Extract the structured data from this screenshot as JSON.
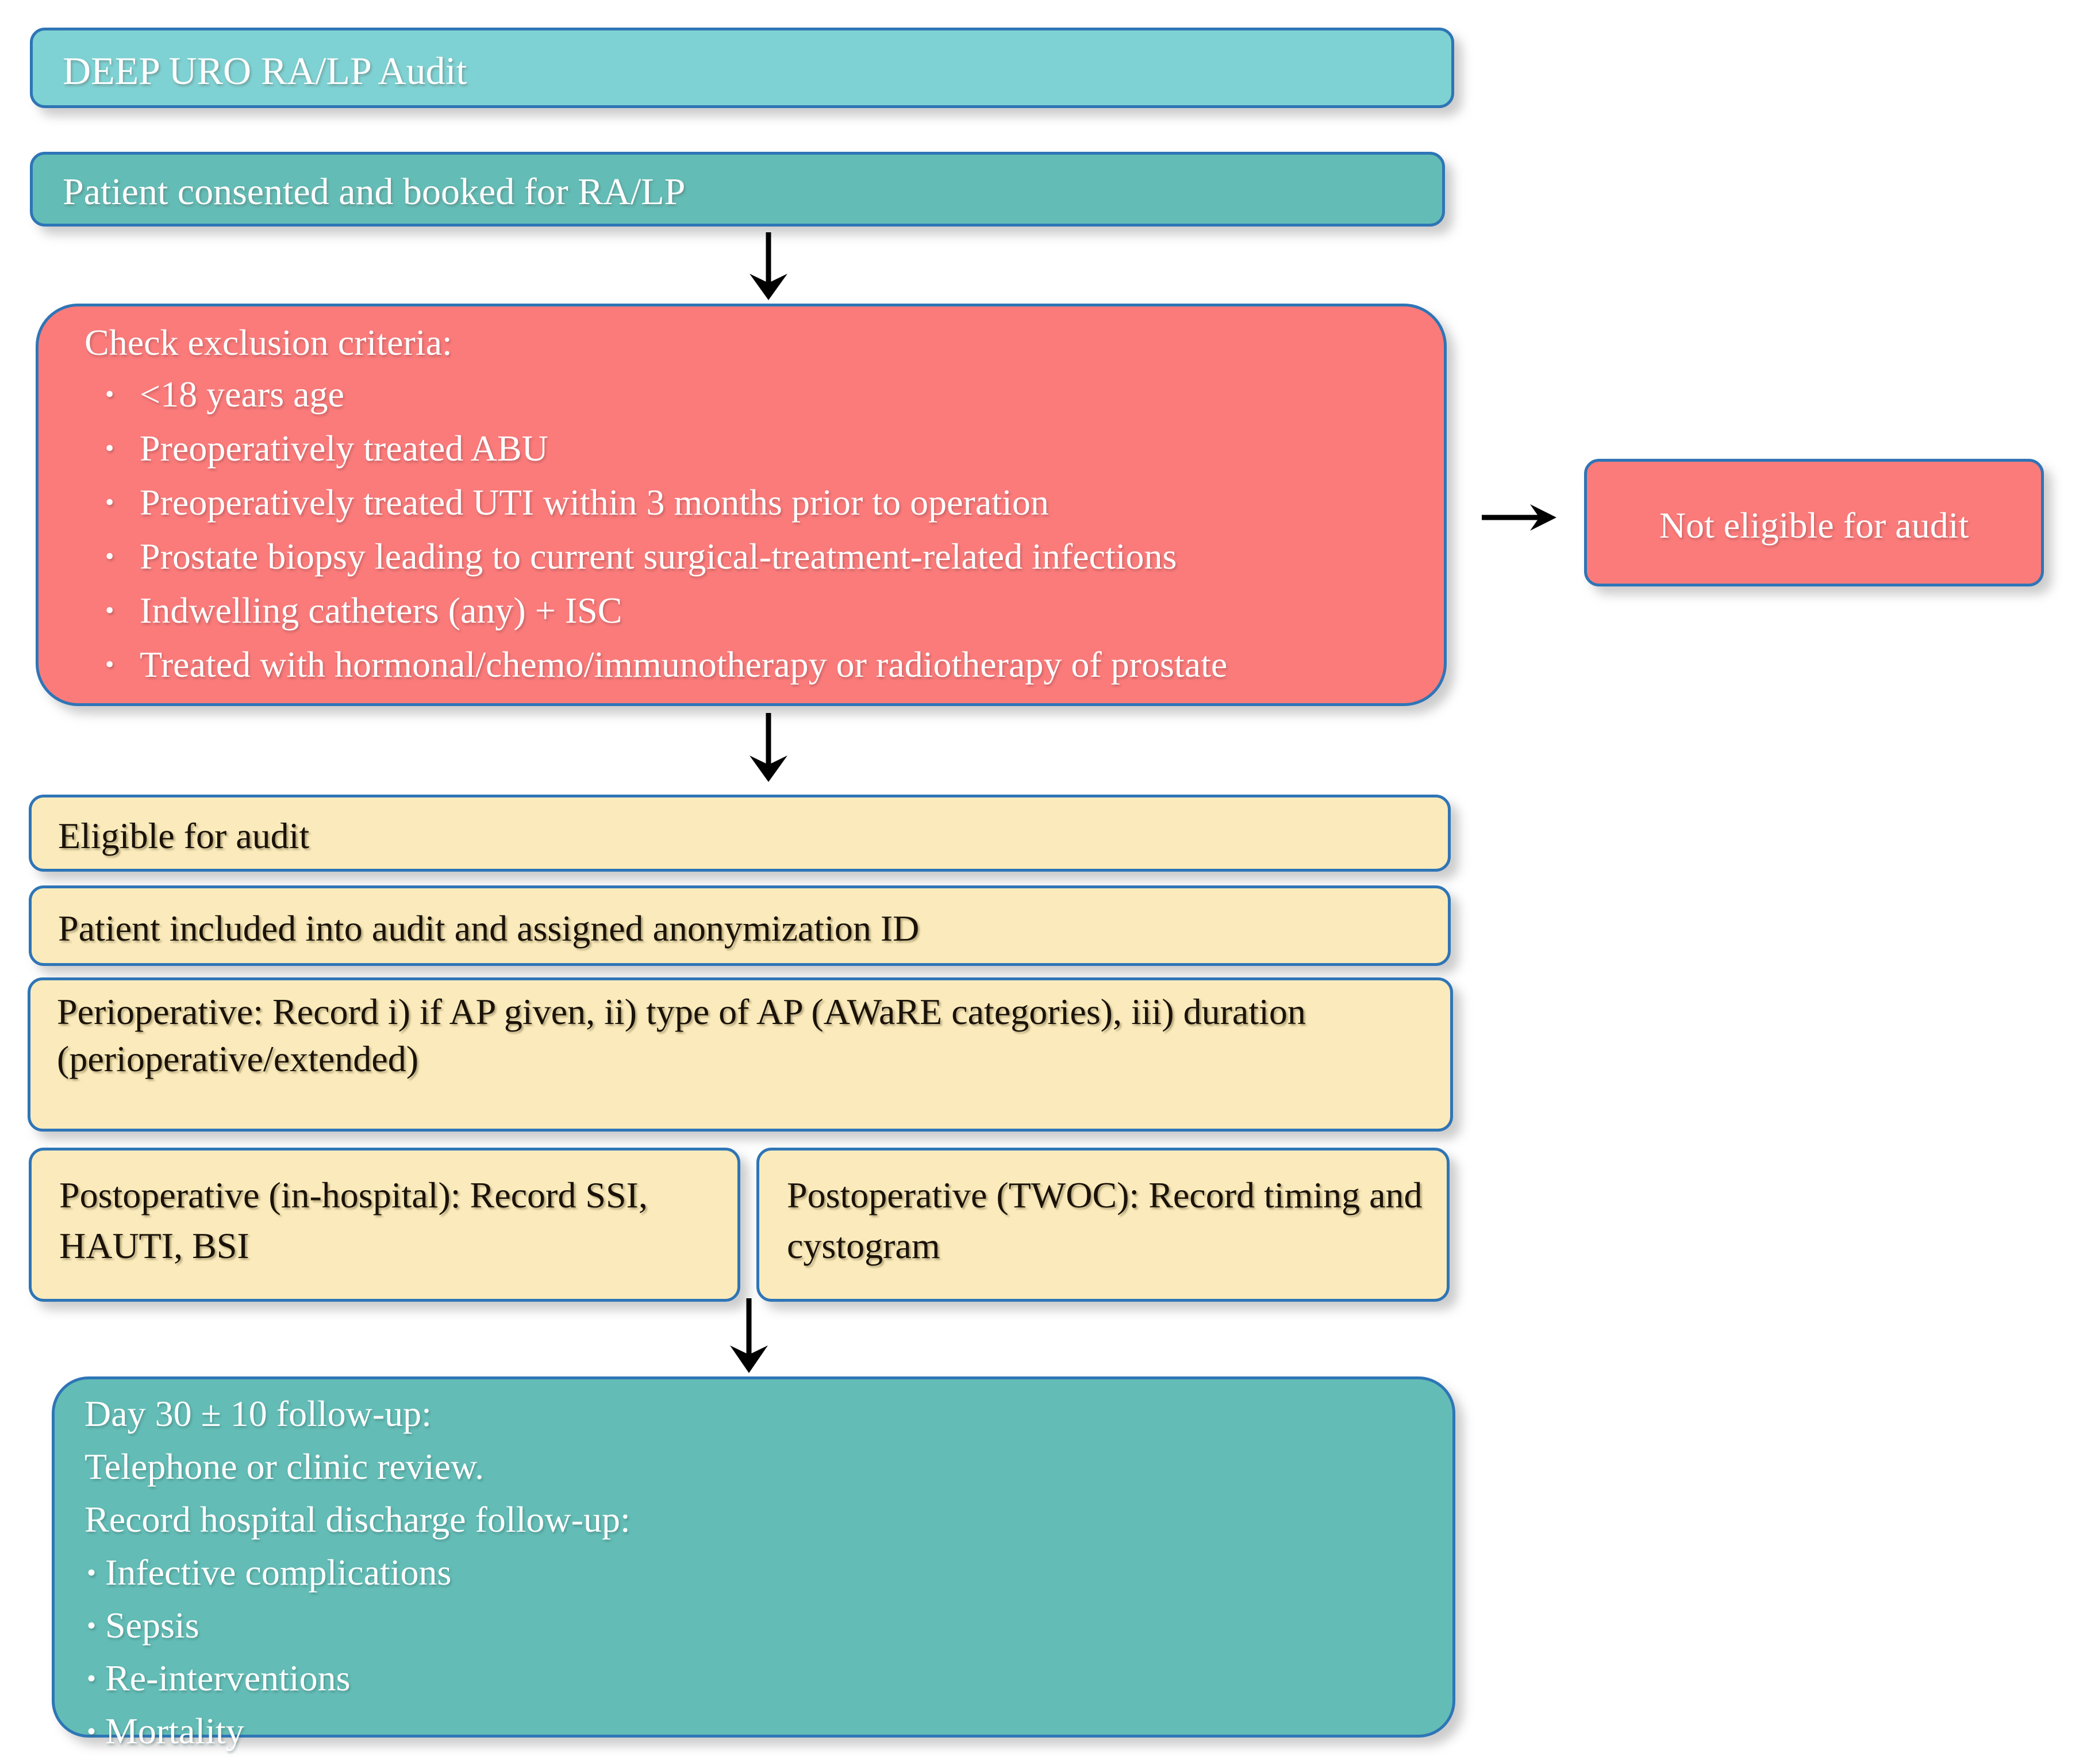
{
  "diagram": {
    "title_box": {
      "label": "DEEP URO RA/LP Audit",
      "fill": "#7FD2D3",
      "border": "#2E75B6",
      "text_color": "#FFFFFF"
    },
    "consent_box": {
      "label": "Patient consented and booked for RA/LP",
      "fill": "#63BDB6",
      "border": "#2E75B6",
      "text_color": "#FFFFFF"
    },
    "exclusion_box": {
      "heading": "Check exclusion criteria:",
      "fill": "#FB7B7B",
      "border": "#2E75B6",
      "text_color": "#FFFFFF",
      "items": [
        "<18 years age",
        "Preoperatively treated ABU",
        "Preoperatively treated UTI within 3 months prior to operation",
        "Prostate biopsy leading to current surgical-treatment-related infections",
        "Indwelling catheters (any) + ISC",
        "Treated with hormonal/chemo/immunotherapy or radiotherapy of prostate"
      ]
    },
    "not_eligible_box": {
      "label": "Not eligible for audit",
      "fill": "#FB7B7B",
      "border": "#2E75B6",
      "text_color": "#FFFFFF"
    },
    "eligible_box": {
      "label": "Eligible for audit",
      "fill": "#FBEBBC",
      "border": "#2E75B6",
      "text_color": "#1A1208"
    },
    "included_box": {
      "label": "Patient included into audit and assigned anonymization ID",
      "fill": "#FBEBBC",
      "border": "#2E75B6",
      "text_color": "#1A1208"
    },
    "perioperative_box": {
      "label": "Perioperative:\nRecord i) if AP given, ii) type of AP (AWaRE categories),\n iii) duration (perioperative/extended)",
      "fill": "#FBEBBC",
      "border": "#2E75B6",
      "text_color": "#1A1208"
    },
    "postop_inhospital_box": {
      "label": "Postoperative (in-hospital):\nRecord SSI, HAUTI, BSI",
      "fill": "#FBEBBC",
      "border": "#2E75B6",
      "text_color": "#1A1208"
    },
    "postop_twoc_box": {
      "label": "Postoperative (TWOC):\nRecord timing and cystogram",
      "fill": "#FBEBBC",
      "border": "#2E75B6",
      "text_color": "#1A1208"
    },
    "followup_box": {
      "fill": "#63BDB6",
      "border": "#2E75B6",
      "text_color": "#FFFFFF",
      "lines": [
        "Day 30 ± 10 follow-up:",
        "Telephone or clinic review.",
        "Record hospital discharge follow-up:"
      ],
      "items": [
        "Infective complications",
        "Sepsis",
        "Re-interventions",
        "Mortality"
      ]
    },
    "arrows": {
      "consent_to_exclusion": "down-arrow",
      "exclusion_to_eligible": "down-arrow",
      "exclusion_to_not_eligible": "right-arrow",
      "postop_to_followup": "down-arrow",
      "color": "#000000"
    }
  }
}
